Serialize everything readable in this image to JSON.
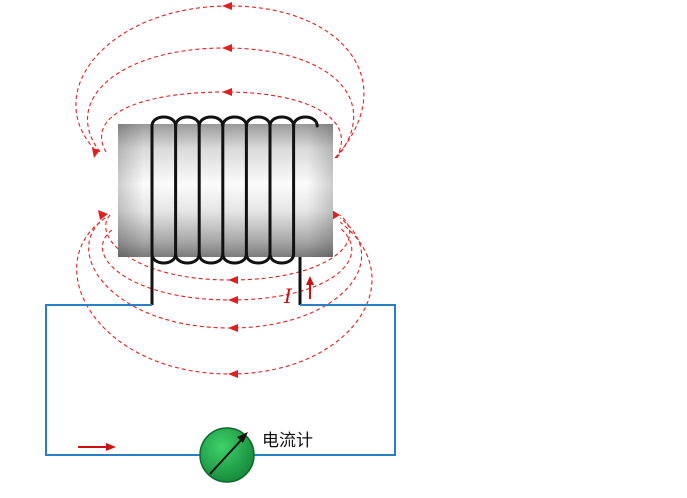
{
  "diagram": {
    "meter_label": "电流计",
    "current_symbol": "I",
    "colors": {
      "field_lines": "#e02020",
      "circuit_wire": "#2a7fc4",
      "coil_wire": "#111111",
      "meter_fill": "#1fa84a",
      "core_light": "#f4f4f4",
      "core_dark": "#7a7a7a"
    },
    "coil_turns": 7
  }
}
